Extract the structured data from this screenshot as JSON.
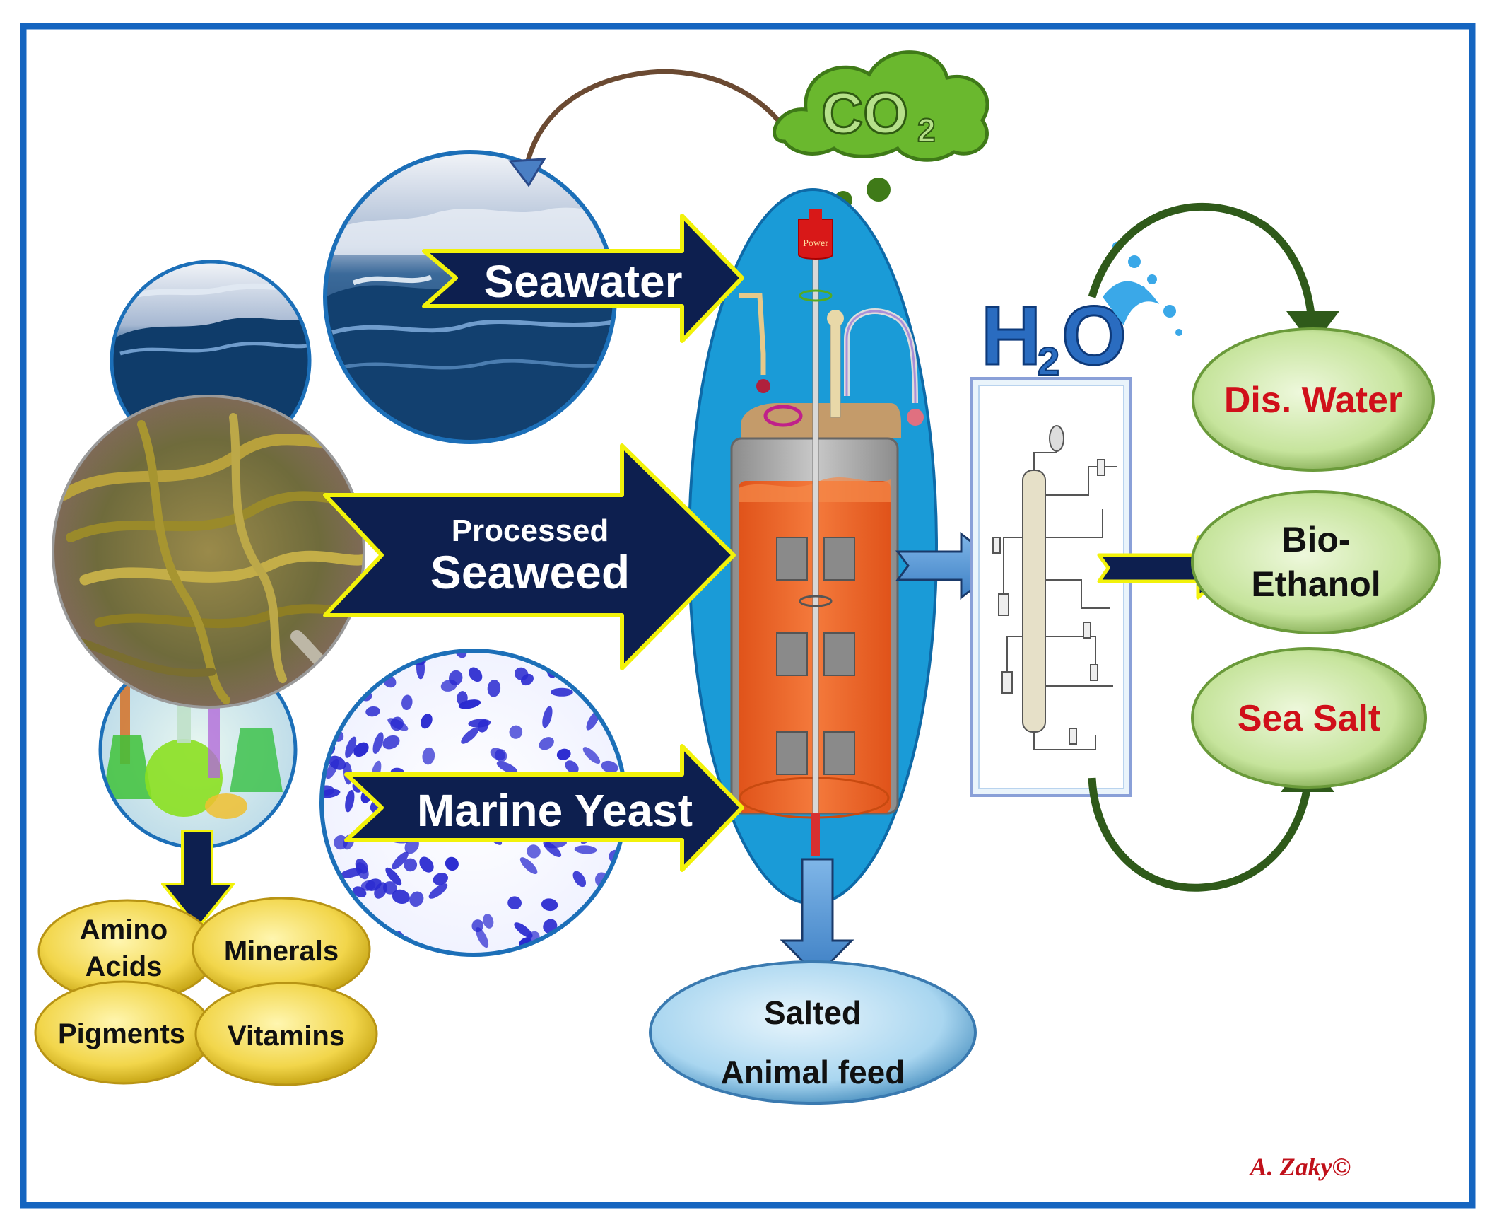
{
  "inputs": {
    "seawater": "Seawater",
    "seaweed_line1": "Processed",
    "seaweed_line2": "Seaweed",
    "yeast": "Marine Yeast"
  },
  "gas": {
    "co2_main": "CO",
    "co2_sub": "2"
  },
  "reactor": {
    "power_label": "Power"
  },
  "water_symbol": {
    "h": "H",
    "sub": "2",
    "o": "O"
  },
  "products": {
    "dis_water": "Dis. Water",
    "bioethanol_line1": "Bio-",
    "bioethanol_line2": "Ethanol",
    "sea_salt": "Sea Salt"
  },
  "byproduct": {
    "line1": "Salted",
    "line2": "Animal feed"
  },
  "extracts": {
    "amino_line1": "Amino",
    "amino_line2": "Acids",
    "minerals": "Minerals",
    "pigments": "Pigments",
    "vitamins": "Vitamins"
  },
  "credit": "A. Zaky©",
  "colors": {
    "frame": "#1565c0",
    "arrow_navy": "#0d1f4f",
    "arrow_outline": "#f2f20a",
    "reactor_oval": "#1a9bd7",
    "broth": "#f26522",
    "product_oval": "#c8e6a0",
    "product_red": "#d0101a",
    "extract_gold": "#f2d64b",
    "feed_oval": "#a9d6f0",
    "green_arrow": "#2f5a1a",
    "cloud_green": "#6ab82e"
  }
}
